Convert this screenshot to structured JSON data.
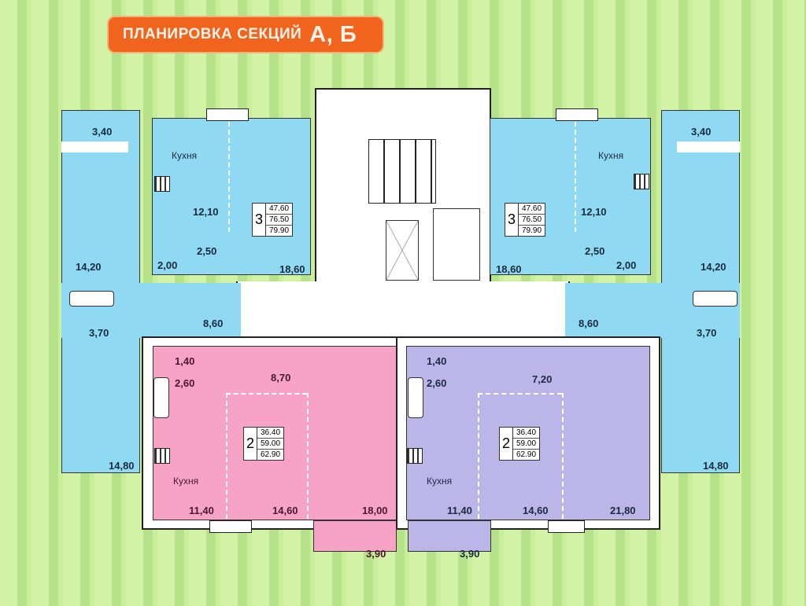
{
  "title": {
    "text": "ПЛАНИРОВКА СЕКЦИЙ",
    "sections": "А, Б"
  },
  "colors": {
    "title_bg": "#f0641e",
    "apt3": "#8fd9f2",
    "apt2_left": "#f7a3c6",
    "apt2_right": "#bcb5e8",
    "background_stripes": [
      "#d2f2a6",
      "#b6e289"
    ]
  },
  "apartments": {
    "left_3room": {
      "rooms": 3,
      "living_area": "47.60",
      "total_area": "76.50",
      "total_with_balcony": "79.90",
      "labels": {
        "balcony": "3,40",
        "kitchen_name": "Кухня",
        "kitchen": "12,10",
        "bedroom_a": "14,20",
        "bath_a": "2,50",
        "wc": "2,00",
        "living": "18,60",
        "hall": "8,60",
        "bath_b": "3,70",
        "bedroom_b": "14,80"
      }
    },
    "right_3room": {
      "rooms": 3,
      "living_area": "47.60",
      "total_area": "76.50",
      "total_with_balcony": "79.90",
      "labels": {
        "balcony": "3,40",
        "kitchen_name": "Кухня",
        "kitchen": "12,10",
        "bedroom_a": "14,20",
        "bath_a": "2,50",
        "wc": "2,00",
        "living": "18,60",
        "hall": "8,60",
        "bath_b": "3,70",
        "bedroom_b": "14,80"
      }
    },
    "left_2room": {
      "rooms": 2,
      "living_area": "36.40",
      "total_area": "59.00",
      "total_with_balcony": "62.90",
      "labels": {
        "wc": "1,40",
        "bath": "2,60",
        "hall": "8,70",
        "kitchen_name": "Кухня",
        "kitchen": "11,40",
        "room_a": "14,60",
        "room_b": "18,00",
        "balcony": "3,90"
      }
    },
    "right_2room": {
      "rooms": 2,
      "living_area": "36.40",
      "total_area": "59.00",
      "total_with_balcony": "62.90",
      "labels": {
        "wc": "1,40",
        "bath": "2,60",
        "hall": "7,20",
        "kitchen_name": "Кухня",
        "kitchen": "11,40",
        "room_a": "14,60",
        "room_b": "21,80",
        "balcony": "3,90"
      }
    }
  }
}
